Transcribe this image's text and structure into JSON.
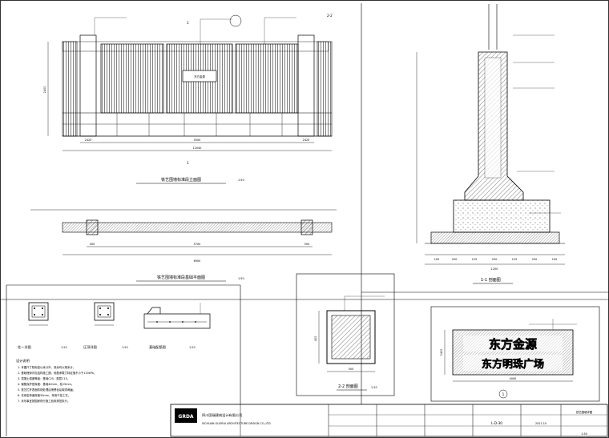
{
  "titles": {
    "elevation": "铁艺围墙标准段立面图",
    "plan": "铁艺围墙标准段基础平面图",
    "section11": "1-1 剖面图",
    "section22": "2-2 剖面图",
    "column_detail": "柱一详图",
    "column_detail_scale": "1:20",
    "pilaster_detail": "压顶详图",
    "pilaster_scale": "1:20",
    "foundation_detail": "基础配筋图",
    "foundation_scale": "1:20",
    "elevation_scale": "1:50",
    "plan_scale": "1:50",
    "section22_scale": "1:20"
  },
  "section_marks": {
    "one": "1",
    "two": "2-2"
  },
  "dimensions": {
    "elev_left": "2420",
    "elev_mid": "5500",
    "elev_right": "2420",
    "elev_total": "12040",
    "elev_height": "2400",
    "plan_a": "500",
    "plan_b": "5700",
    "plan_c": "500",
    "plan_total": "6900",
    "sec_base": [
      "100",
      "250",
      "125",
      "250",
      "125",
      "250",
      "100"
    ],
    "sec_total": "1200",
    "sec22_w": "500",
    "sec22_h": "400",
    "sign_w": "4000",
    "sign_h": "2400"
  },
  "signage": {
    "line1": "东方金源",
    "line2": "东方明珠广场"
  },
  "notes": {
    "heading": "设计说明",
    "items": [
      "1. 本图尺寸除标高以米计外，其余均以毫米计。",
      "2. 基础埋深详见结构施工图，地基承载力特征值不小于120kPa。",
      "3. 混凝土强度等级：基础C25，垫层C15。",
      "4. 钢筋保护层厚度：基础40mm，柱25mm。",
      "5. 铁艺栏杆表面防锈处理后喷黑色氟碳漆两遍。",
      "6. 花岗岩饰面厚度30mm，采用干挂工艺。",
      "7. 未尽事宜按国家现行施工验收规范执行。"
    ]
  },
  "title_block": {
    "company_cn": "四川国瑞建筑设计有限公司",
    "company_en": "SICHUAN GUORUI ARCHITECTURE DESIGN CO.,LTD",
    "logo": "GRDA",
    "drawing_no": "L-D-30",
    "date": "2021.10",
    "sheet_name": "铁艺围墙详图",
    "scale": "1:50"
  }
}
